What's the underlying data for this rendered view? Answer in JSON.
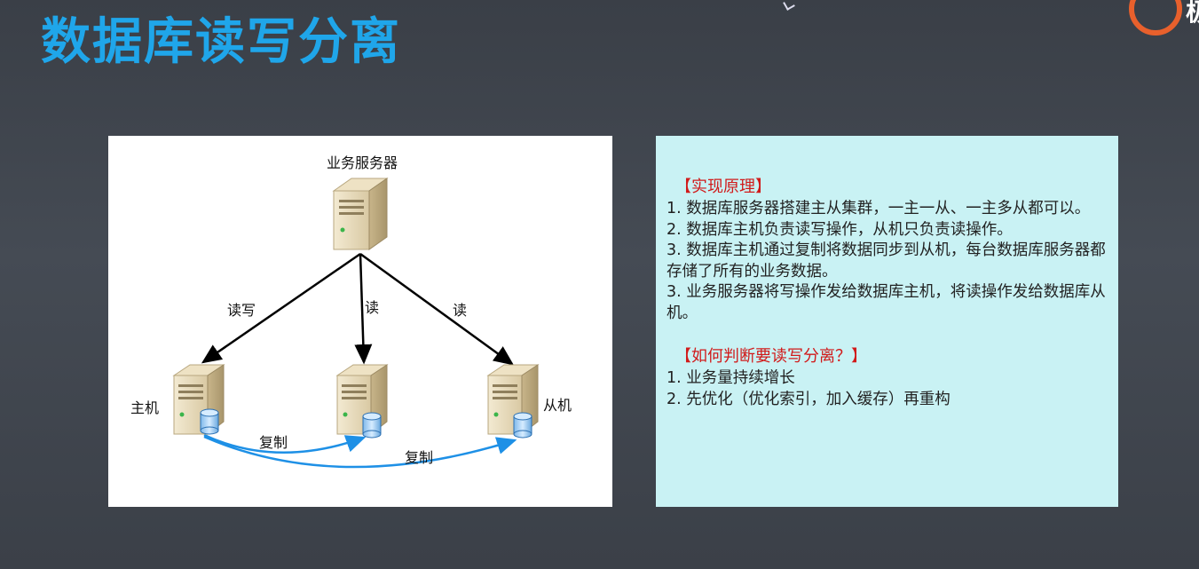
{
  "title": "数据库读写分离",
  "logo": {
    "char": "极",
    "icon": "geek-logo-icon"
  },
  "diagram": {
    "business_server_label": "业务服务器",
    "edges": {
      "read_write": "读写",
      "read_middle": "读",
      "read_right": "读"
    },
    "master_label": "主机",
    "slave_label": "从机",
    "replicate_1": "复制",
    "replicate_2": "复制",
    "icons": {
      "server": "server-icon",
      "database": "database-icon"
    },
    "colors": {
      "arrow": "#000000",
      "replicate": "#1e90e6",
      "server_body": "#e8dcc0"
    }
  },
  "info": {
    "principle_heading": "【实现原理】",
    "principle_items": [
      "1. 数据库服务器搭建主从集群，一主一从、一主多从都可以。",
      "2. 数据库主机负责读写操作，从机只负责读操作。",
      "3. 数据库主机通过复制将数据同步到从机，每台数据库服务器都存储了所有的业务数据。",
      "3. 业务服务器将写操作发给数据库主机，将读操作发给数据库从机。"
    ],
    "decide_heading": "【如何判断要读写分离？】",
    "decide_items": [
      "1.   业务量持续增长",
      "2.   先优化（优化索引，加入缓存）再重构"
    ]
  },
  "colors": {
    "title": "#1fa6ea",
    "heading_red": "#d11a1a",
    "panel_bg": "#c9f2f4"
  }
}
